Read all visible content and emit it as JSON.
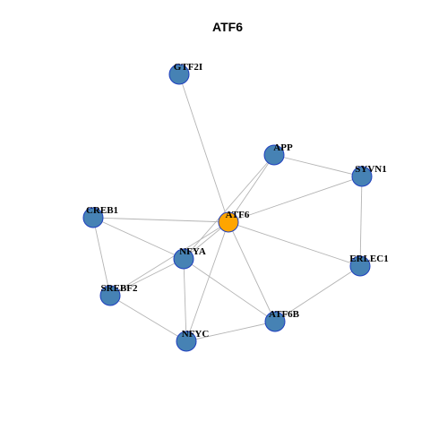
{
  "graph": {
    "title": "ATF6",
    "colors": {
      "node_fill": "#4682B4",
      "node_stroke": "#1f3fbf",
      "center_fill": "#FFA500",
      "center_stroke": "#1f3fbf",
      "edge": "#b4b4b4"
    },
    "nodes": [
      {
        "id": "GTF2I",
        "label": "GTF2I",
        "center": false
      },
      {
        "id": "APP",
        "label": "APP",
        "center": false
      },
      {
        "id": "SYVN1",
        "label": "SYVN1",
        "center": false
      },
      {
        "id": "CREB1",
        "label": "CREB1",
        "center": false
      },
      {
        "id": "ATF6",
        "label": "ATF6",
        "center": true
      },
      {
        "id": "NFYA",
        "label": "NFYA",
        "center": false
      },
      {
        "id": "ERLEC1",
        "label": "ERLEC1",
        "center": false
      },
      {
        "id": "SREBF2",
        "label": "SREBF2",
        "center": false
      },
      {
        "id": "ATF6B",
        "label": "ATF6B",
        "center": false
      },
      {
        "id": "NFYC",
        "label": "NFYC",
        "center": false
      }
    ],
    "edges": [
      [
        "ATF6",
        "GTF2I"
      ],
      [
        "ATF6",
        "APP"
      ],
      [
        "ATF6",
        "SYVN1"
      ],
      [
        "ATF6",
        "CREB1"
      ],
      [
        "ATF6",
        "NFYA"
      ],
      [
        "ATF6",
        "ERLEC1"
      ],
      [
        "ATF6",
        "SREBF2"
      ],
      [
        "ATF6",
        "ATF6B"
      ],
      [
        "ATF6",
        "NFYC"
      ],
      [
        "APP",
        "SYVN1"
      ],
      [
        "APP",
        "NFYA"
      ],
      [
        "SYVN1",
        "ERLEC1"
      ],
      [
        "CREB1",
        "NFYA"
      ],
      [
        "CREB1",
        "SREBF2"
      ],
      [
        "NFYA",
        "SREBF2"
      ],
      [
        "NFYA",
        "NFYC"
      ],
      [
        "NFYA",
        "ATF6B"
      ],
      [
        "SREBF2",
        "NFYC"
      ],
      [
        "NFYC",
        "ATF6B"
      ],
      [
        "ATF6B",
        "ERLEC1"
      ]
    ]
  }
}
